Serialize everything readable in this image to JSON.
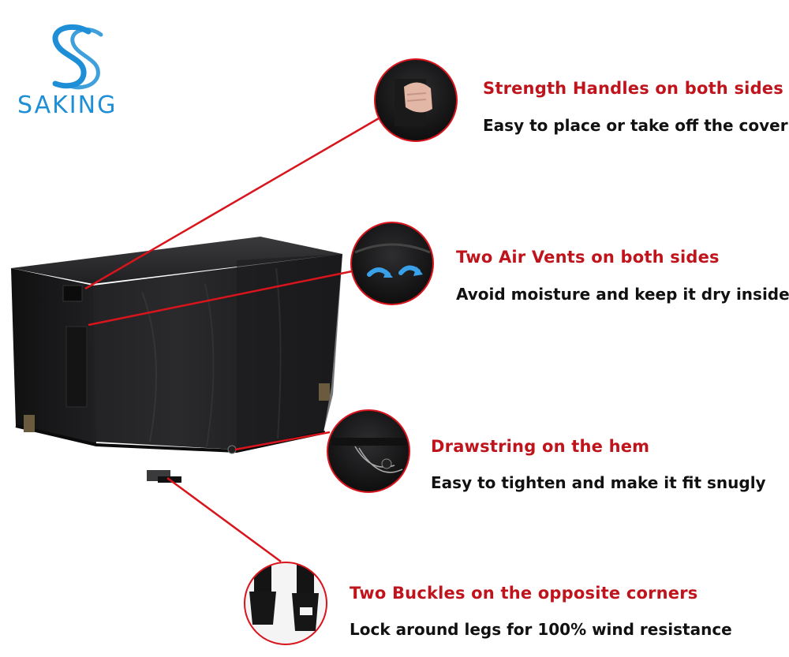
{
  "brand": {
    "name": "SAKING",
    "color": "#1e8fd6"
  },
  "accent_color": "#c0141c",
  "line_color": "#d8141c",
  "callouts": [
    {
      "title": "Strength Handles on both sides",
      "description": "Easy to place or take off the cover",
      "detail_icon": "hand-gripping-handle"
    },
    {
      "title": "Two Air Vents on both sides",
      "description": "Avoid moisture and keep it dry inside",
      "detail_icon": "air-vent-arrows"
    },
    {
      "title": "Drawstring on the hem",
      "description": "Easy to tighten and make it fit snugly",
      "detail_icon": "drawstring-toggle"
    },
    {
      "title": "Two Buckles on the opposite corners",
      "description": "Lock around legs for 100% wind resistance",
      "detail_icon": "buckle-clips"
    }
  ]
}
